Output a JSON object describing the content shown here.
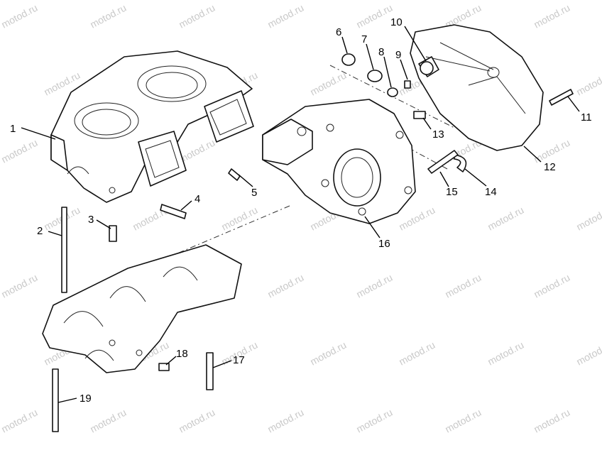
{
  "watermark": "motod.ru",
  "callouts": [
    {
      "id": "1",
      "label": "1"
    },
    {
      "id": "2",
      "label": "2"
    },
    {
      "id": "3",
      "label": "3"
    },
    {
      "id": "4",
      "label": "4"
    },
    {
      "id": "5",
      "label": "5"
    },
    {
      "id": "6",
      "label": "6"
    },
    {
      "id": "7",
      "label": "7"
    },
    {
      "id": "8",
      "label": "8"
    },
    {
      "id": "9",
      "label": "9"
    },
    {
      "id": "10",
      "label": "10"
    },
    {
      "id": "11",
      "label": "11"
    },
    {
      "id": "12",
      "label": "12"
    },
    {
      "id": "13",
      "label": "13"
    },
    {
      "id": "14",
      "label": "14"
    },
    {
      "id": "15",
      "label": "15"
    },
    {
      "id": "16",
      "label": "16"
    },
    {
      "id": "17",
      "label": "17"
    },
    {
      "id": "18",
      "label": "18"
    },
    {
      "id": "19",
      "label": "19"
    }
  ]
}
